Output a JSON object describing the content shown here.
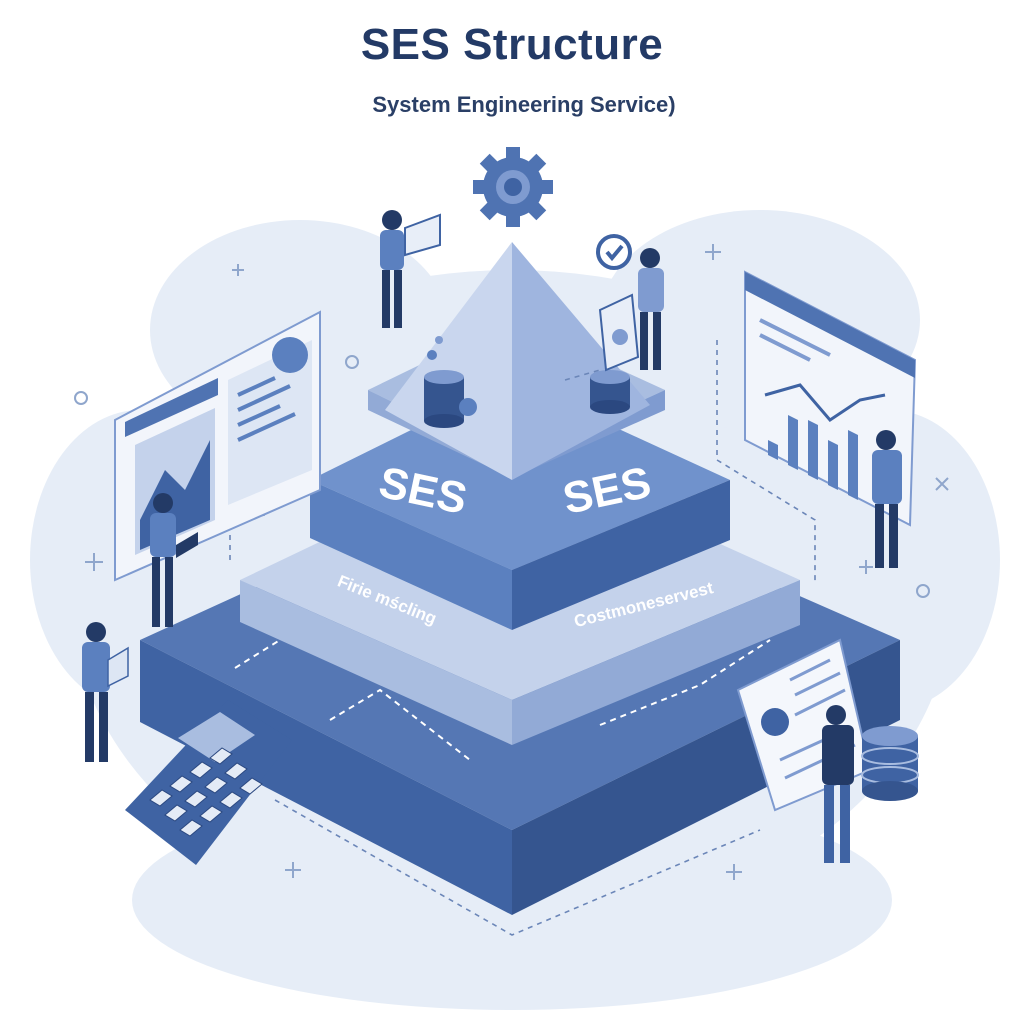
{
  "title": "SES Structure",
  "subtitle": "System Engineering Service)",
  "pyramid": {
    "left_face_label": "SES",
    "right_face_label": "SES",
    "left_tier_label": "Firie mścling",
    "right_tier_label": "Costmoneservest"
  },
  "colors": {
    "background_blob": "#e4ebf6",
    "dark_blue": "#3f63a3",
    "mid_blue": "#5b80bf",
    "light_blue": "#a9bde0",
    "navy": "#233a66"
  }
}
